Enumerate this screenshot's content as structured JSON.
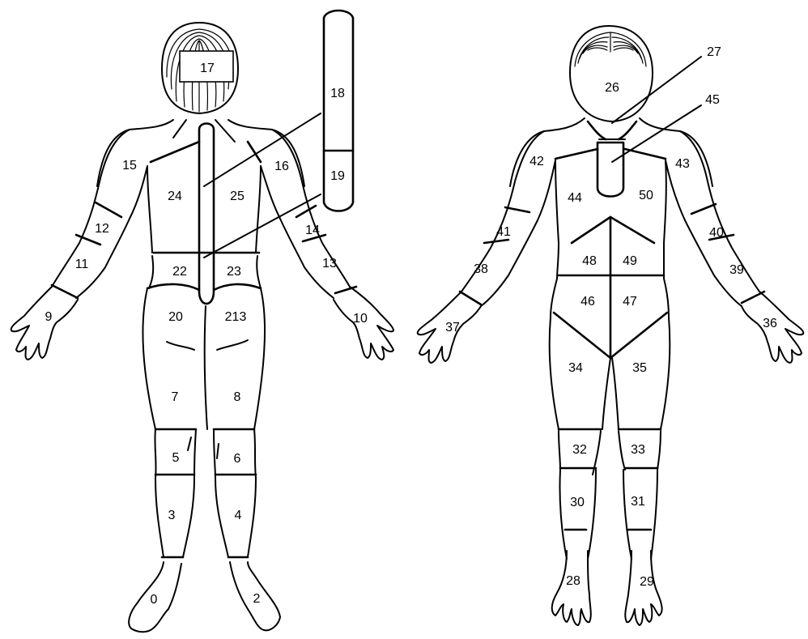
{
  "back_view": {
    "labels": {
      "r0": "0",
      "r2": "2",
      "r3": "3",
      "r4": "4",
      "r5": "5",
      "r6": "6",
      "r7": "7",
      "r8": "8",
      "r9": "9",
      "r10": "10",
      "r11": "11",
      "r12": "12",
      "r13": "13",
      "r14": "14",
      "r15": "15",
      "r16": "16",
      "r17": "17",
      "r18": "18",
      "r19": "19",
      "r20": "20",
      "r213": "213",
      "r22": "22",
      "r23": "23",
      "r24": "24",
      "r25": "25"
    }
  },
  "front_view": {
    "labels": {
      "r26": "26",
      "r27": "27",
      "r28": "28",
      "r29": "29",
      "r30": "30",
      "r31": "31",
      "r32": "32",
      "r33": "33",
      "r34": "34",
      "r35": "35",
      "r36": "36",
      "r37": "37",
      "r38": "38",
      "r39": "39",
      "r40": "40",
      "r41": "41",
      "r42": "42",
      "r43": "43",
      "r44": "44",
      "r45": "45",
      "r46": "46",
      "r47": "47",
      "r48": "48",
      "r49": "49",
      "r50": "50"
    }
  }
}
